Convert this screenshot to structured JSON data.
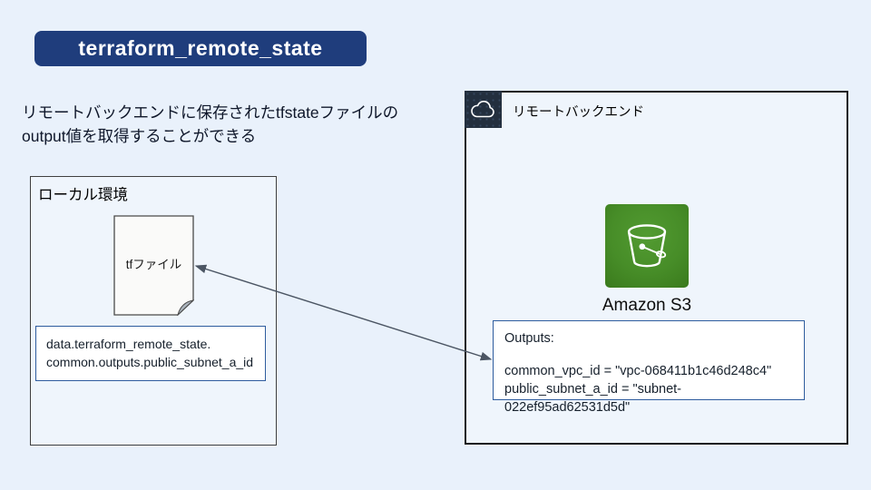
{
  "title_banner": {
    "label": "terraform_remote_state",
    "bg": "#1f3d7c",
    "text_color": "#ffffff"
  },
  "description": {
    "line1": "リモートバックエンドに保存されたtfstateファイルの",
    "line2": "output値を取得することができる"
  },
  "local_env": {
    "label": "ローカル環境",
    "file": {
      "label": "tfファイル",
      "icon": "tf-file-document-icon"
    },
    "code_box": {
      "line1": "data.terraform_remote_state.",
      "line2": "common.outputs.public_subnet_a_id"
    }
  },
  "remote_backend": {
    "label": "リモートバックエンド",
    "cloud_icon": "aws-cloud-icon",
    "s3": {
      "label": "Amazon S3",
      "icon": "s3-bucket-icon"
    },
    "outputs_box": {
      "title": "Outputs:",
      "line1": "common_vpc_id = \"vpc-068411b1c46d248c4\"",
      "line2": "public_subnet_a_id = \"subnet-022ef95ad62531d5d\""
    }
  },
  "colors": {
    "page_bg": "#e9f1fb",
    "accent_navy": "#1f3d7c",
    "blue_box_border": "#2e5c9e",
    "aws_dark_square": "#232f3e",
    "s3_green_light": "#529b31",
    "s3_green_dark": "#3a7a1c",
    "arrow": "#4b5563"
  }
}
